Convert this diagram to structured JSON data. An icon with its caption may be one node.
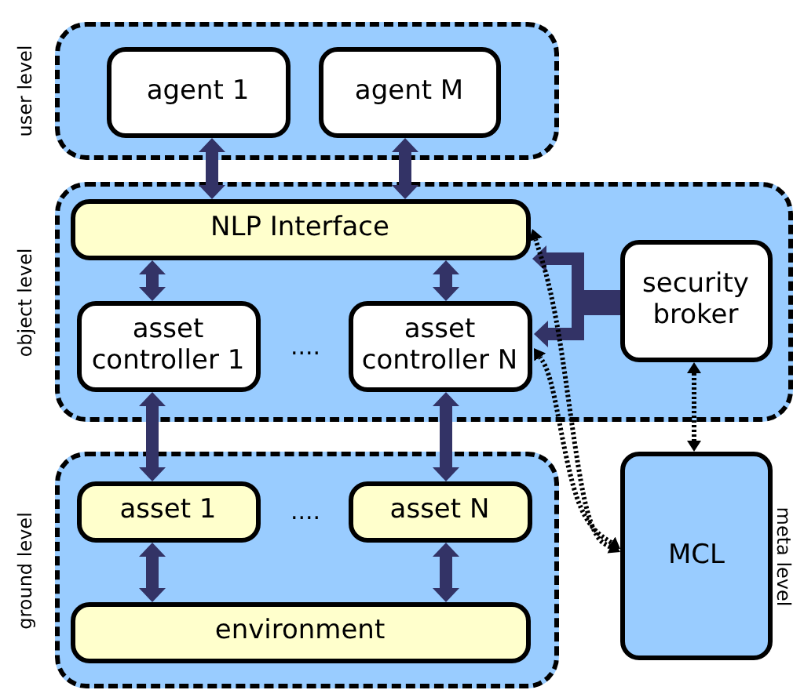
{
  "diagram": {
    "nodes": [
      {
        "text": [
          "user level"
        ]
      },
      {
        "text": [
          "agent 1"
        ],
        "in": 0
      },
      {
        "text": [
          "agent M"
        ],
        "in": 0
      },
      {
        "text": [
          "object level"
        ]
      },
      {
        "text": [
          "NLP Interface"
        ],
        "in": 3
      },
      {
        "text": [
          "asset controller 1"
        ],
        "in": 3
      },
      {
        "text": [
          "asset controller N"
        ],
        "in": 3
      },
      {
        "text": [
          "security broker"
        ],
        "in": 3
      },
      {
        "text": [
          "ground level"
        ]
      },
      {
        "text": [
          "asset 1"
        ],
        "in": 8
      },
      {
        "text": [
          "asset N"
        ],
        "in": 8
      },
      {
        "text": [
          "environment"
        ],
        "in": 8
      },
      {
        "text": [
          "MCL"
        ],
        "beside": [
          "meta level"
        ]
      }
    ],
    "edges": [
      {
        "from": 1,
        "to": 4,
        "arrow": "both"
      },
      {
        "from": 2,
        "to": 4,
        "arrow": "both"
      },
      {
        "from": 4,
        "to": 5,
        "arrow": "both"
      },
      {
        "from": 4,
        "to": 6,
        "arrow": "both"
      },
      {
        "from": 5,
        "to": 9,
        "arrow": "both"
      },
      {
        "from": 6,
        "to": 10,
        "arrow": "both"
      },
      {
        "from": 9,
        "to": 11,
        "arrow": "both"
      },
      {
        "from": 10,
        "to": 11,
        "arrow": "both"
      },
      {
        "from": 7,
        "to": 4,
        "arrow": "to"
      },
      {
        "from": 7,
        "to": 6,
        "arrow": "to"
      },
      {
        "from": 12,
        "to": 4,
        "arrow": "both",
        "style": "dashed",
        "color": "#000000"
      },
      {
        "from": 12,
        "to": 6,
        "arrow": "both",
        "style": "dashed",
        "color": "#000000"
      },
      {
        "from": 7,
        "to": 12,
        "arrow": "both",
        "style": "dashed",
        "color": "#000000"
      }
    ],
    "labels": [
      "....",
      "...."
    ]
  }
}
